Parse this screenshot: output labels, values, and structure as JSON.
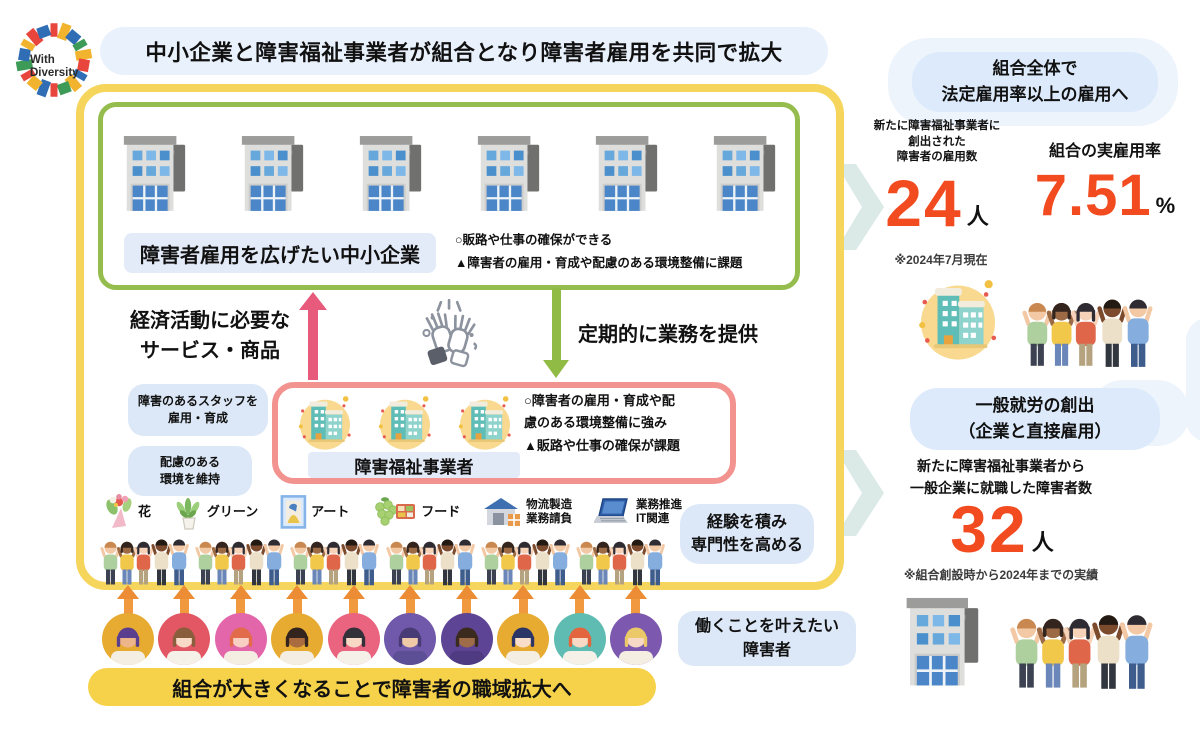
{
  "logo": {
    "text": "With\nDiversity",
    "ring_colors": [
      "#e8453c",
      "#f2b32e",
      "#2f6db5",
      "#3d9b57",
      "#f2b32e",
      "#e8453c",
      "#2f6db5",
      "#f2b32e",
      "#3d9b57",
      "#e8453c",
      "#2f6db5",
      "#f2b32e",
      "#e8453c",
      "#3d9b57",
      "#2f6db5",
      "#f2b32e",
      "#e8453c",
      "#2f6db5"
    ]
  },
  "title": "中小企業と障害福祉事業者が組合となり障害者雇用を共同で拡大",
  "main": {
    "companies_count": "6",
    "welfare_count": "3",
    "groups_count": "6",
    "companies_box": {
      "label": "障害者雇用を広げたい中小企業",
      "merit": "○販路や仕事の確保ができる",
      "issue": "▲障害者の雇用・育成や配慮のある環境整備に課題"
    },
    "flow_left": "経済活動に必要な\nサービス・商品",
    "flow_right": "定期的に業務を提供",
    "bubble_staff": "障害のあるスタッフを\n雇用・育成",
    "bubble_env": "配慮のある\n環境を維持",
    "welfare_box": {
      "label": "障害福祉事業者",
      "merit": "○障害者の雇用・育成や配\n慮のある環境整備に強み",
      "issue": "▲販路や仕事の確保が課題"
    },
    "categories": [
      {
        "label": "花",
        "icon": "bouquet-icon"
      },
      {
        "label": "グリーン",
        "icon": "plant-icon"
      },
      {
        "label": "アート",
        "icon": "art-icon"
      },
      {
        "label": "フード",
        "icon": "food-icon"
      },
      {
        "label": "物流製造\n業務請負",
        "icon": "warehouse-icon"
      },
      {
        "label": "業務推進\nIT関連",
        "icon": "laptop-icon"
      }
    ],
    "experience_bubble": "経験を積み\n専門性を高める",
    "workers_bubble": "働くことを叶えたい\n障害者",
    "bottom_banner": "組合が大きくなることで障害者の職域拡大へ"
  },
  "right_panel": {
    "overall": {
      "title": "組合全体で\n法定雇用率以上の雇用へ",
      "stat_jobs_label": "新たに障害福祉事業者に\n創出された\n障害者の雇用数",
      "stat_jobs_value": "24",
      "stat_jobs_unit": "人",
      "stat_rate_label": "組合の実雇用率",
      "stat_rate_value": "7.51",
      "stat_rate_unit": "%",
      "note": "※2024年7月現在"
    },
    "general": {
      "title": "一般就労の創出\n（企業と直接雇用）",
      "stat_label": "新たに障害福祉事業者から\n一般企業に就職した障害者数",
      "stat_value": "32",
      "stat_unit": "人",
      "note": "※組合創設時から2024年までの実績"
    }
  },
  "colors": {
    "accent_number": "#f24b20",
    "frame_yellow": "#f6d55c",
    "frame_green": "#95bd4d",
    "frame_pink": "#f2938f",
    "arrow_pink": "#e75a7c",
    "arrow_green": "#90bb44",
    "arrow_orange": "#f0993f",
    "banner_yellow": "#f5d24a",
    "bubble_blue": "#dce8f7",
    "pill_lavender": "#e4ebf8"
  },
  "avatars": [
    {
      "bg": "#e7ab31",
      "hair": "#5a3f8e",
      "skin": "#efb58a",
      "shirt": "#f3ede2"
    },
    {
      "bg": "#e25763",
      "hair": "#8a5e3c",
      "skin": "#f8d9c6",
      "shirt": "#f5f0e8"
    },
    {
      "bg": "#e366ab",
      "hair": "#e26b4b",
      "skin": "#f8cfc2",
      "shirt": "#f3ede2"
    },
    {
      "bg": "#e7ab31",
      "hair": "#33241d",
      "skin": "#aa6b3f",
      "shirt": "#f3ede2"
    },
    {
      "bg": "#ea6480",
      "hair": "#34303a",
      "skin": "#f8d9c6",
      "shirt": "#f5f0e8"
    },
    {
      "bg": "#7058aa",
      "hair": "#493b76",
      "skin": "#f0c9a6",
      "shirt": "#5d4f96"
    },
    {
      "bg": "#5e4494",
      "hair": "#3b2a1e",
      "skin": "#9e6c48",
      "shirt": "#4e3b82"
    },
    {
      "bg": "#e7ab31",
      "hair": "#2c3666",
      "skin": "#f8ddc9",
      "shirt": "#f3ede2"
    },
    {
      "bg": "#5fbcb2",
      "hair": "#e2653e",
      "skin": "#f8d9c6",
      "shirt": "#f5f0e8"
    },
    {
      "bg": "#7c58ae",
      "hair": "#ecc968",
      "skin": "#f8d9c6",
      "shirt": "#f3ede2"
    }
  ]
}
